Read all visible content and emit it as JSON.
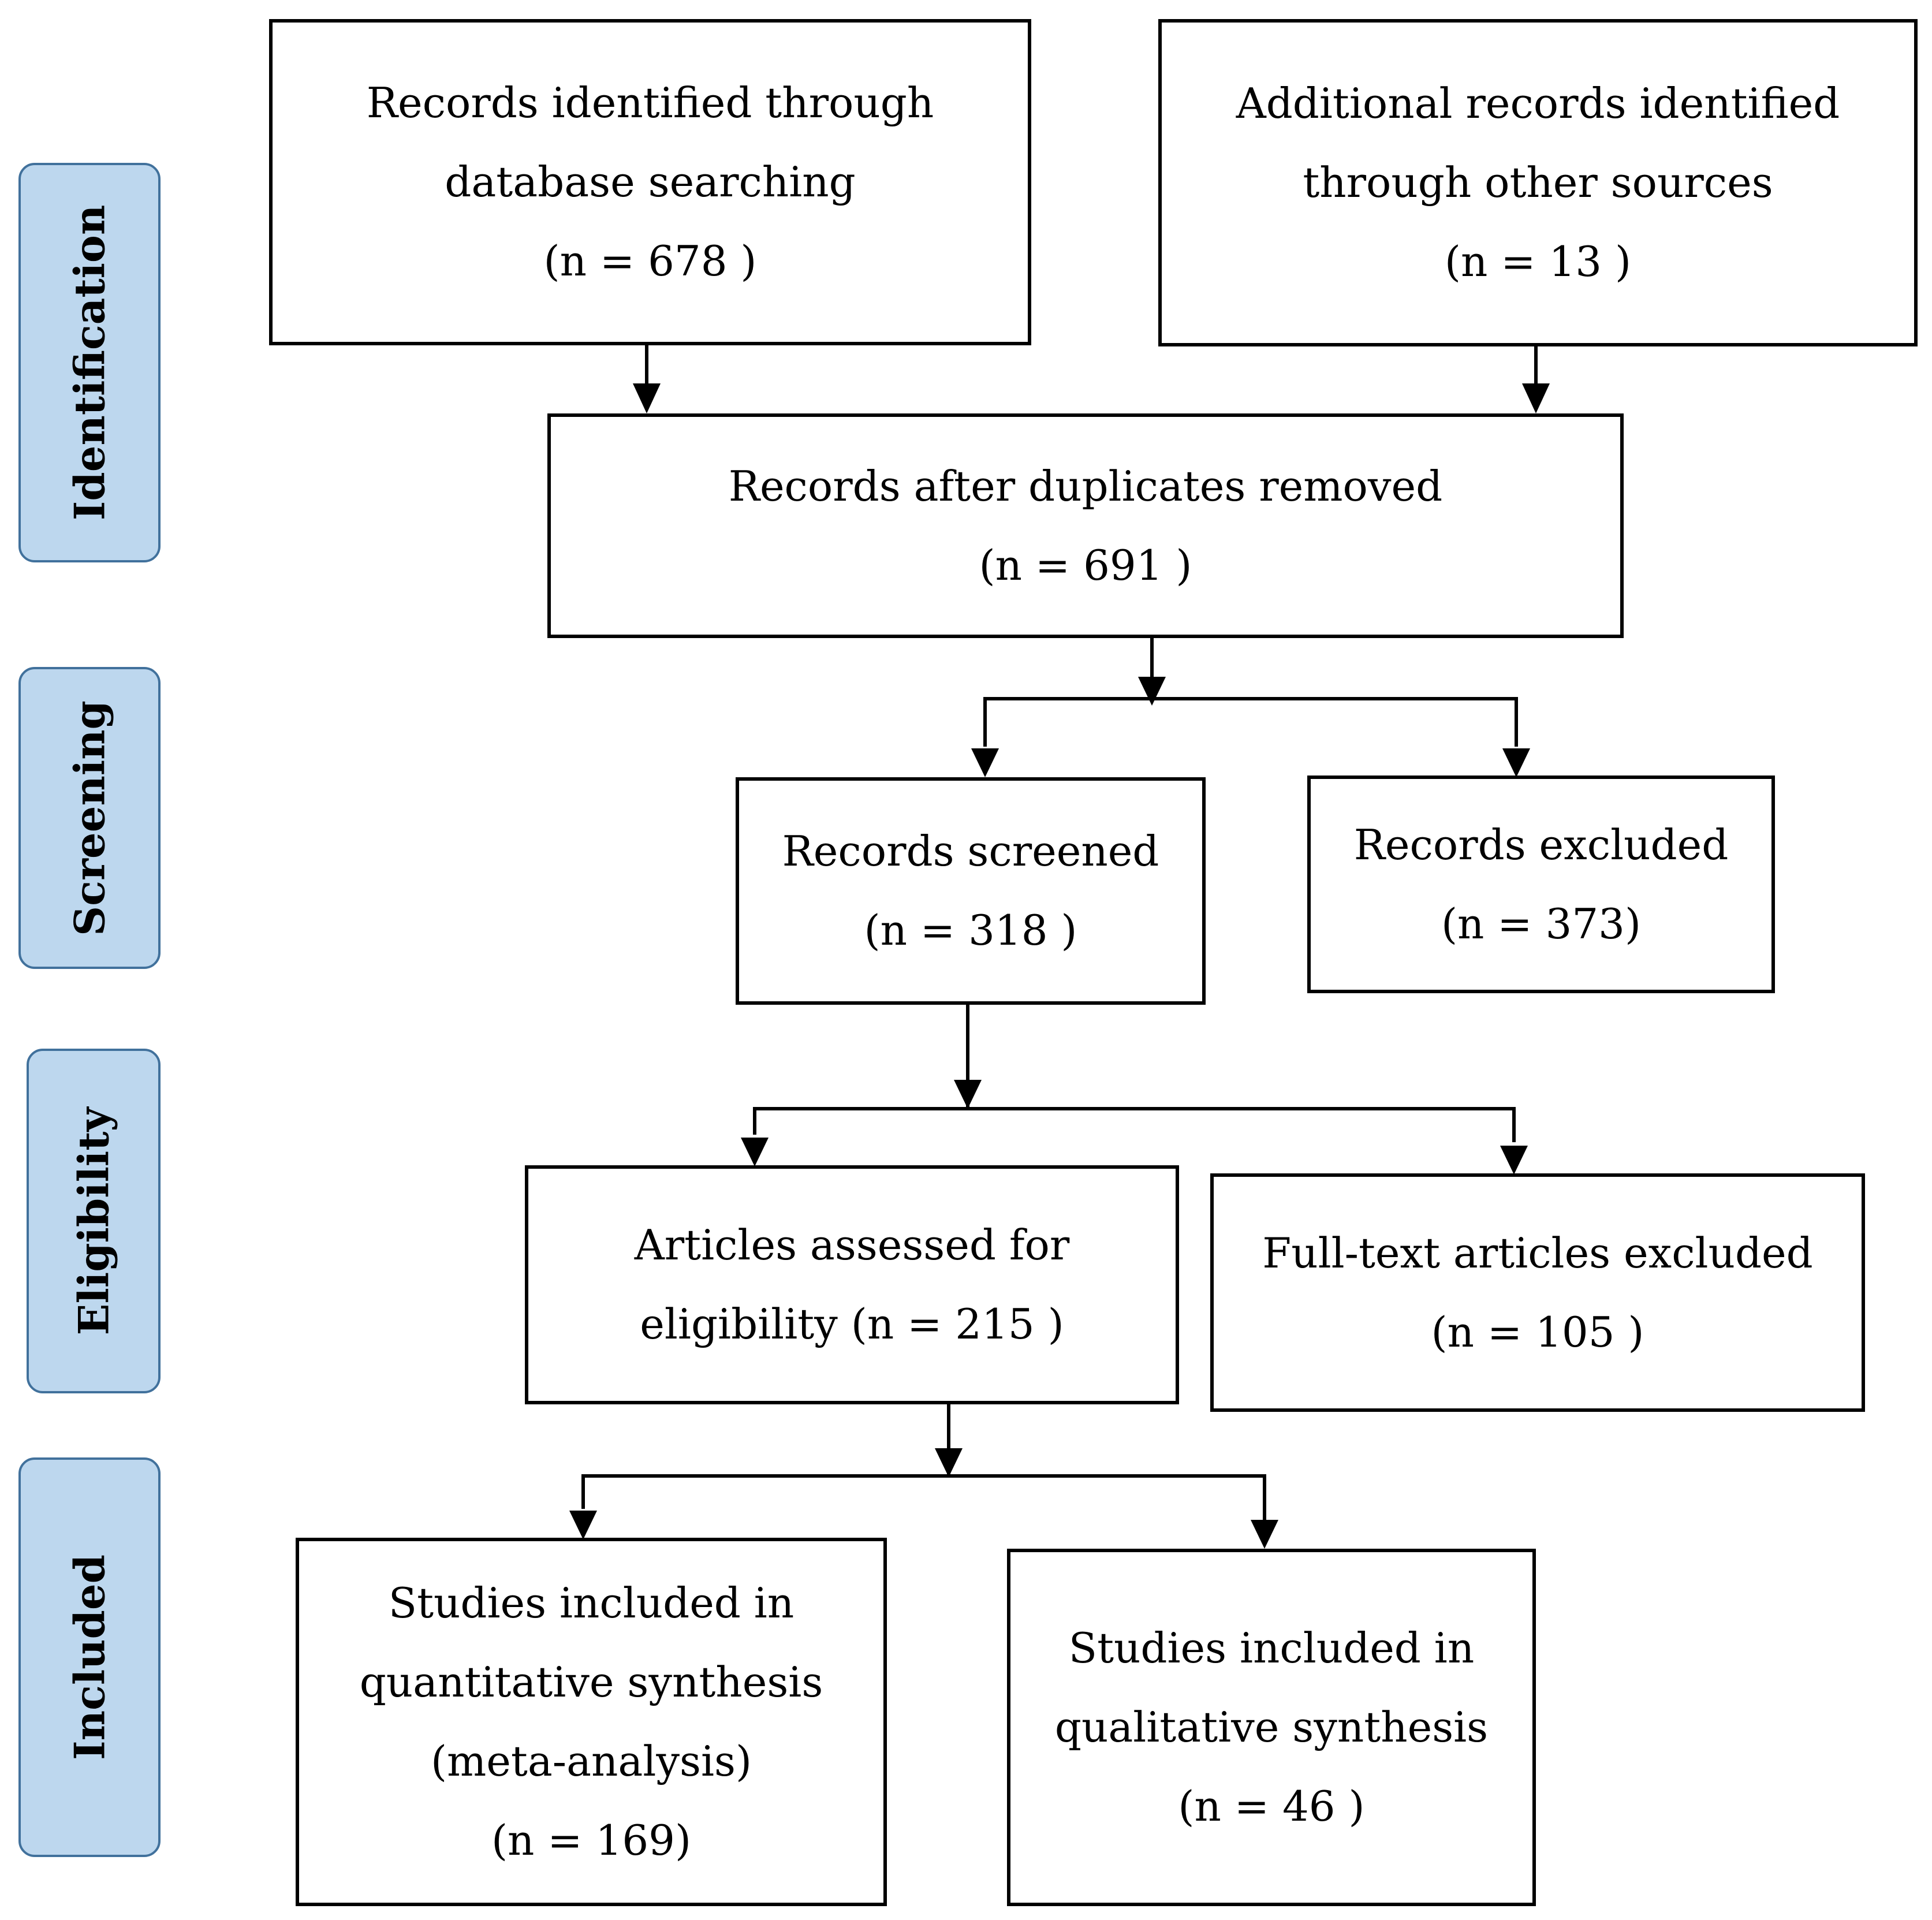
{
  "phases": {
    "identification": "Identification",
    "screening": "Screening",
    "eligibility": "Eligibility",
    "included": "Included"
  },
  "boxes": {
    "database": {
      "lines": [
        "Records identified through",
        "database searching",
        "(n = 678 )"
      ]
    },
    "other_sources": {
      "lines": [
        "Additional records identified",
        "through other sources",
        "(n = 13 )"
      ]
    },
    "duplicates_removed": {
      "lines": [
        "Records after duplicates removed",
        "(n = 691 )"
      ]
    },
    "screened": {
      "lines": [
        "Records screened",
        "(n = 318 )"
      ]
    },
    "excluded": {
      "lines": [
        "Records excluded",
        "(n = 373)"
      ]
    },
    "assessed": {
      "lines": [
        "Articles assessed for",
        "eligibility (n = 215 )"
      ]
    },
    "fulltext_excluded": {
      "lines": [
        "Full-text articles excluded",
        "(n = 105 )"
      ]
    },
    "quantitative": {
      "lines": [
        "Studies included in",
        "quantitative synthesis",
        "(meta-analysis)",
        "(n = 169)"
      ]
    },
    "qualitative": {
      "lines": [
        "Studies included in",
        "qualitative synthesis",
        "(n = 46 )"
      ]
    }
  }
}
